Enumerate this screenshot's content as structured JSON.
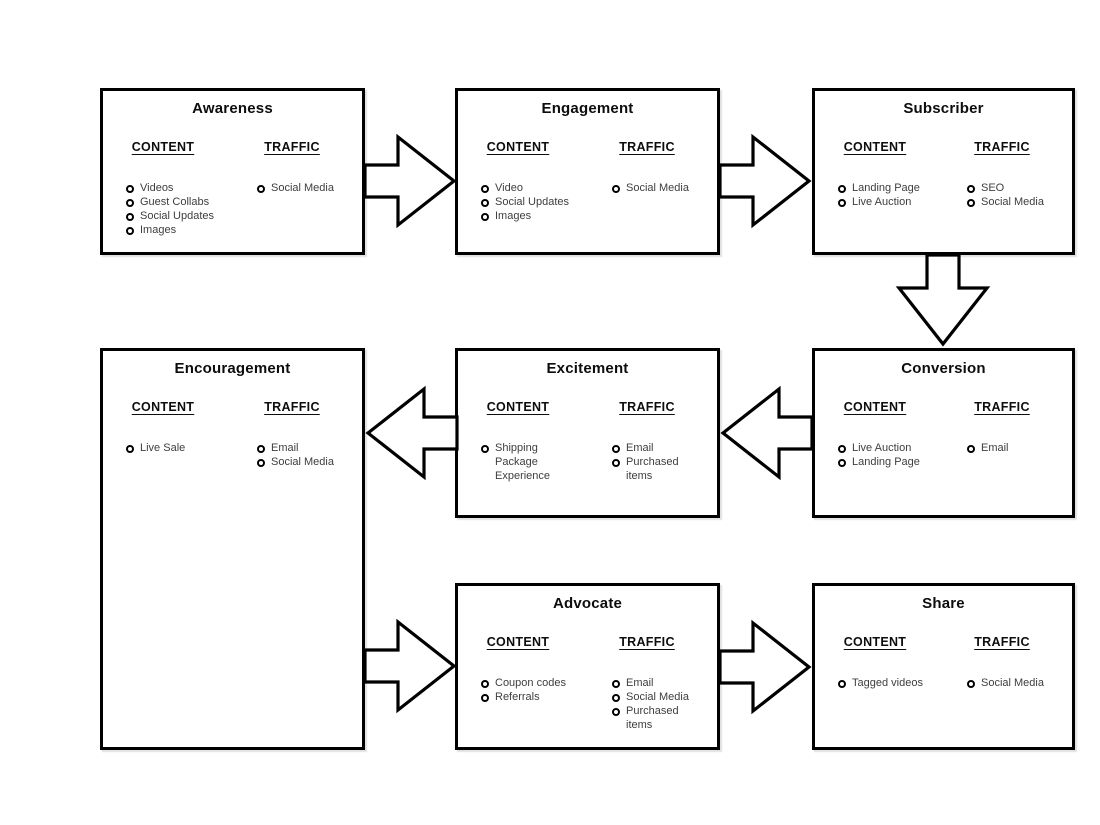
{
  "diagram": {
    "column_headers": {
      "content": "CONTENT",
      "traffic": "TRAFFIC"
    },
    "colors": {
      "box_border": "#000000",
      "title_text": "#0d0d0d",
      "item_text": "#3e3e3e",
      "background": "#ffffff"
    },
    "boxes": [
      {
        "id": "awareness",
        "title": "Awareness",
        "content_items": [
          "Videos",
          "Guest Collabs",
          "Social Updates",
          "Images"
        ],
        "traffic_items": [
          "Social Media"
        ]
      },
      {
        "id": "engagement",
        "title": "Engagement",
        "content_items": [
          "Video",
          "Social Updates",
          "Images"
        ],
        "traffic_items": [
          "Social Media"
        ]
      },
      {
        "id": "subscriber",
        "title": "Subscriber",
        "content_items": [
          "Landing Page",
          "Live Auction"
        ],
        "traffic_items": [
          "SEO",
          "Social Media"
        ]
      },
      {
        "id": "encouragement",
        "title": "Encouragement",
        "content_items": [
          "Live Sale"
        ],
        "traffic_items": [
          "Email",
          "Social Media"
        ]
      },
      {
        "id": "excitement",
        "title": "Excitement",
        "content_items": [
          "Shipping Package Experience"
        ],
        "traffic_items": [
          "Email",
          "Purchased items"
        ]
      },
      {
        "id": "conversion",
        "title": "Conversion",
        "content_items": [
          "Live Auction",
          "Landing Page"
        ],
        "traffic_items": [
          "Email"
        ]
      },
      {
        "id": "advocate",
        "title": "Advocate",
        "content_items": [
          "Coupon codes",
          "Referrals"
        ],
        "traffic_items": [
          "Email",
          "Social Media",
          "Purchased items"
        ]
      },
      {
        "id": "share",
        "title": "Share",
        "content_items": [
          "Tagged videos"
        ],
        "traffic_items": [
          "Social Media"
        ]
      }
    ],
    "arrows": [
      {
        "from": "Awareness",
        "to": "Engagement",
        "direction": "right"
      },
      {
        "from": "Engagement",
        "to": "Subscriber",
        "direction": "right"
      },
      {
        "from": "Subscriber",
        "to": "Conversion",
        "direction": "down"
      },
      {
        "from": "Conversion",
        "to": "Excitement",
        "direction": "left"
      },
      {
        "from": "Excitement",
        "to": "Encouragement",
        "direction": "left"
      },
      {
        "from": "Encouragement",
        "to": "Advocate",
        "direction": "right"
      },
      {
        "from": "Advocate",
        "to": "Share",
        "direction": "right"
      }
    ]
  }
}
